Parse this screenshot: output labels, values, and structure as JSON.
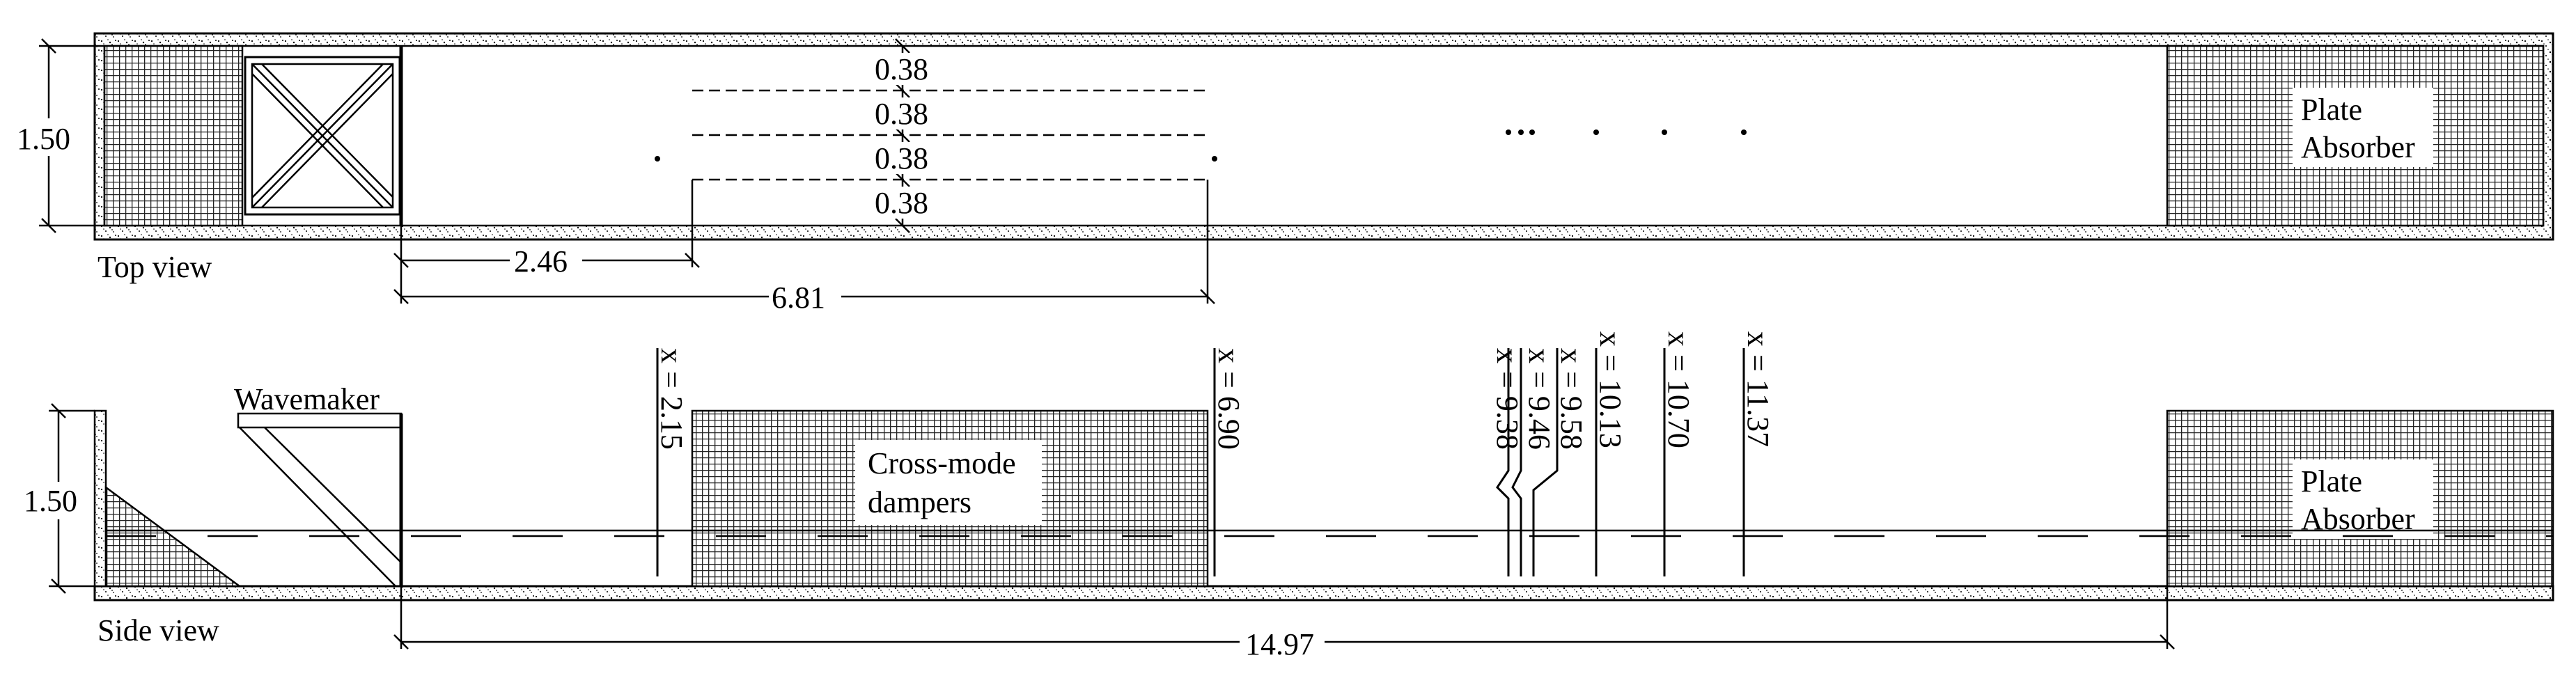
{
  "top_view": {
    "caption": "Top view",
    "width_label": "1.50",
    "spacing_labels": [
      "0.38",
      "0.38",
      "0.38",
      "0.38"
    ],
    "distance_labels": [
      "2.46",
      "6.81"
    ],
    "absorber_label": [
      "Plate",
      "Absorber"
    ]
  },
  "side_view": {
    "caption": "Side view",
    "depth_label": "1.50",
    "wavemaker_label": "Wavemaker",
    "dampers_label": [
      "Cross-mode",
      "dampers"
    ],
    "absorber_label": [
      "Plate",
      "Absorber"
    ],
    "length_label": "14.97",
    "gauges": [
      "x = 2.15",
      "x = 6.90",
      "x = 9.38",
      "x = 9.46",
      "x = 9.58",
      "x = 10.13",
      "x = 10.70",
      "x = 11.37"
    ]
  },
  "colors": {
    "line": "#000000",
    "fill": "#ffffff"
  }
}
